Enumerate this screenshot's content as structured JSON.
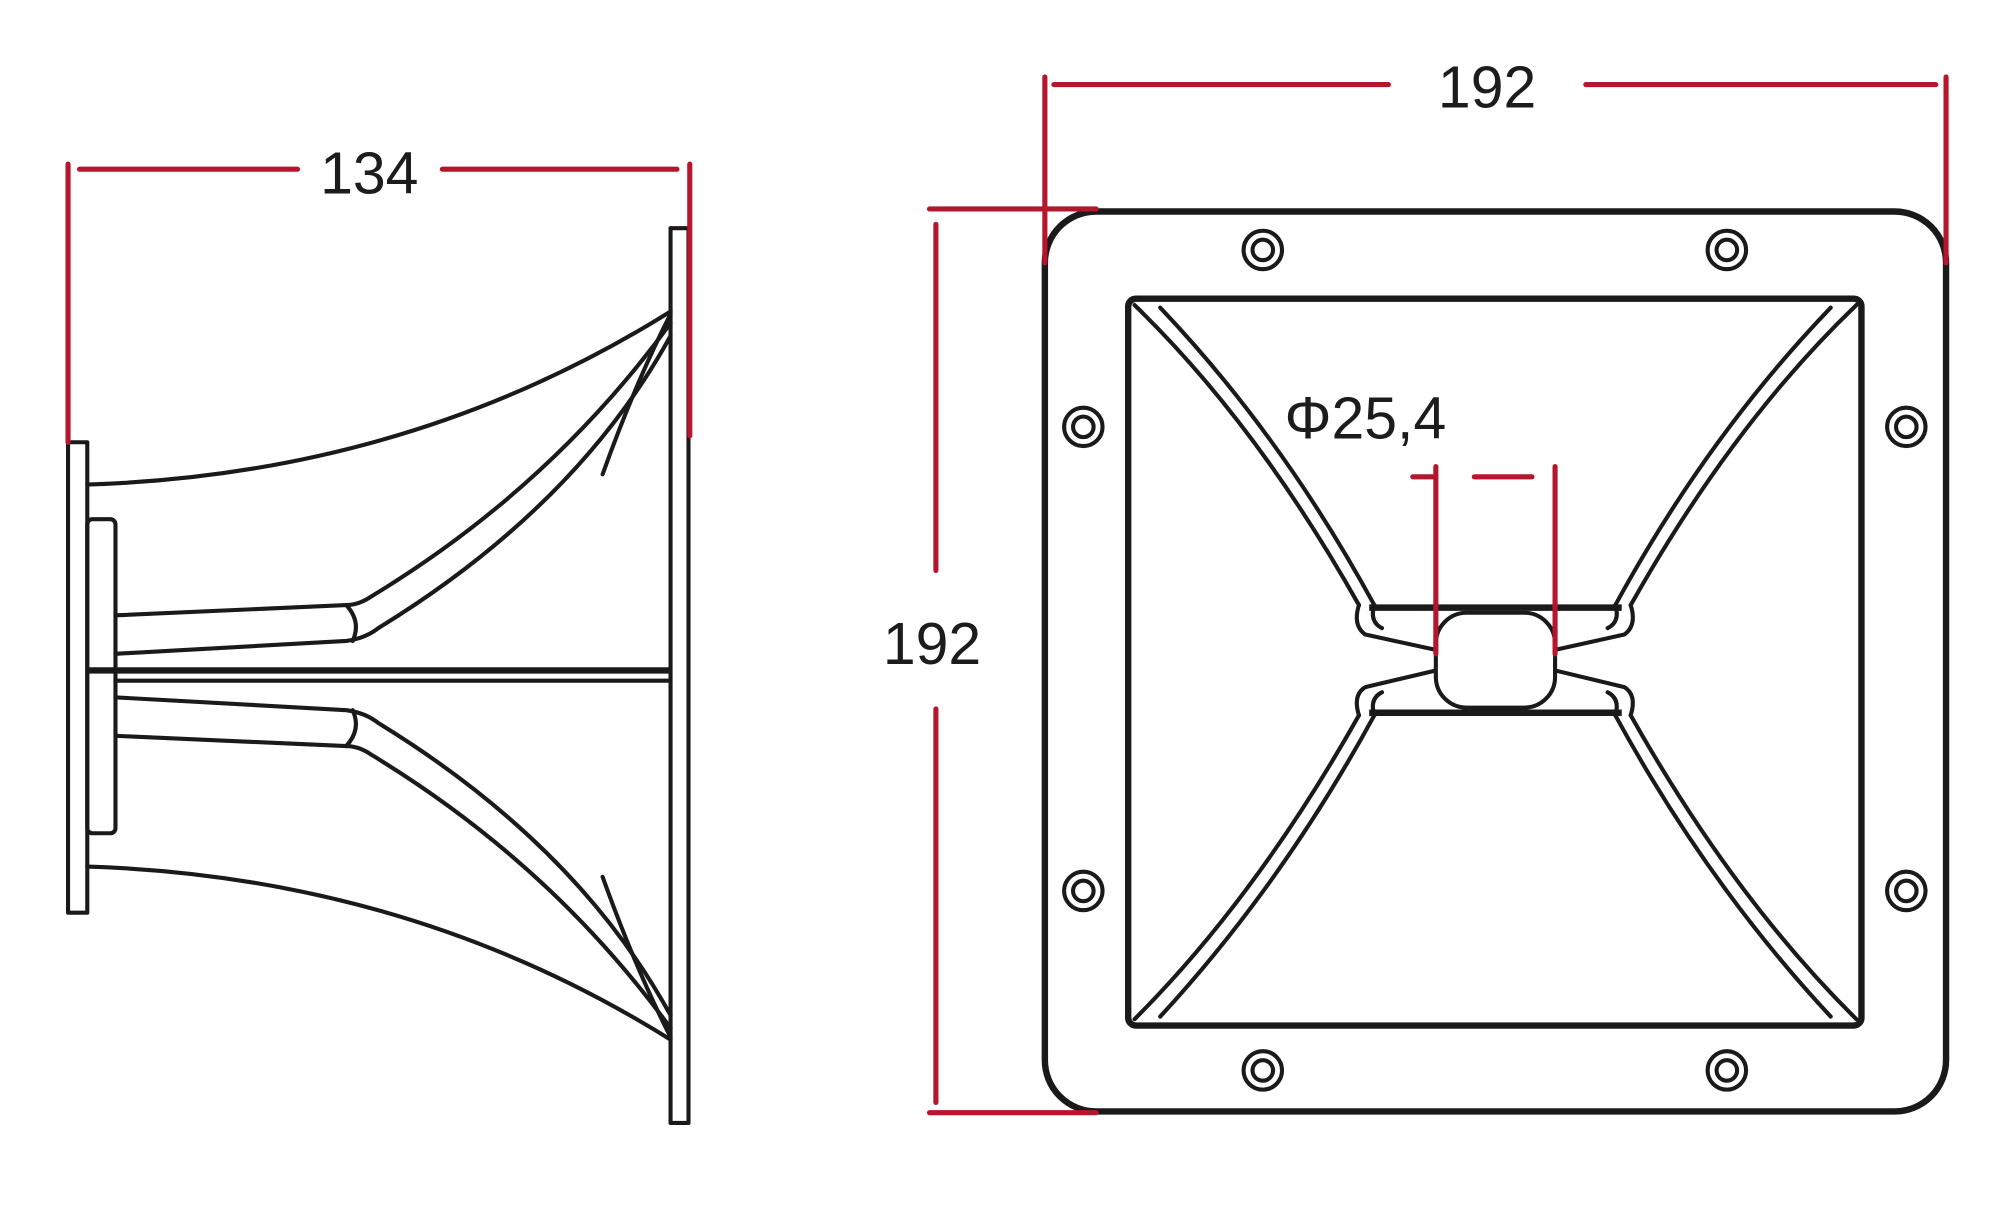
{
  "side_view": {
    "depth_label": "134"
  },
  "front_view": {
    "width_label": "192",
    "height_label": "192",
    "throat_label": "Φ25,4"
  },
  "colors": {
    "dimension": "#b5162b",
    "outline": "#1a1a1a"
  }
}
